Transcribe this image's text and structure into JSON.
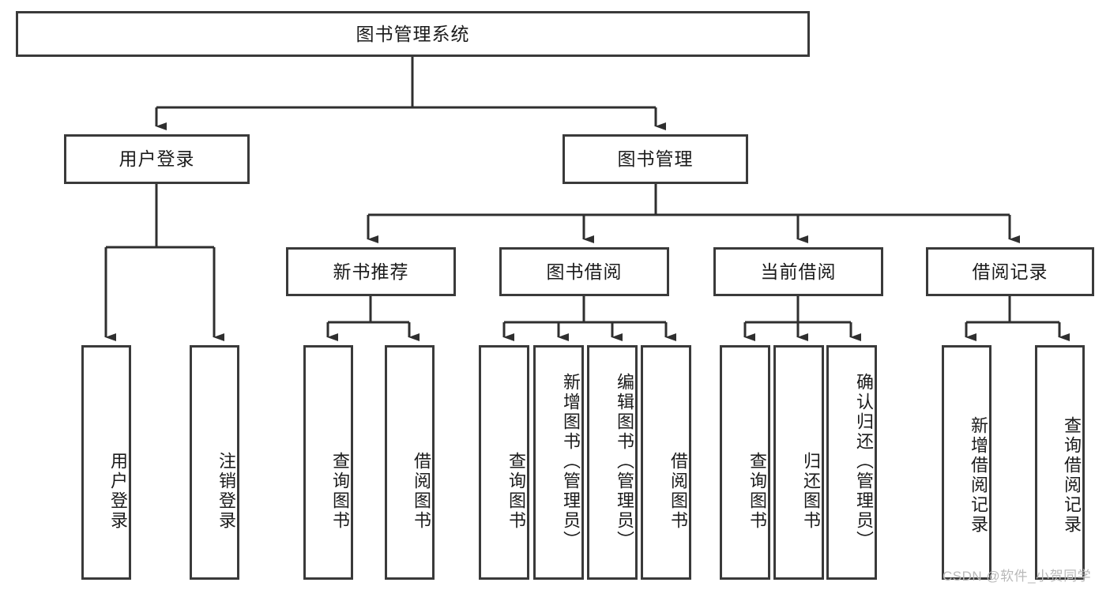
{
  "diagram": {
    "type": "tree-hierarchy-diagram",
    "title": "图书管理系统",
    "colors": {
      "box_border": "#3a3a3a",
      "box_fill": "#ffffff",
      "connector": "#2f2f2f",
      "text": "#1b1b1b",
      "watermark": "#b9b9b9",
      "background": "#ffffff"
    },
    "root": {
      "label": "图书管理系统"
    },
    "level2": [
      {
        "id": "user-login",
        "label": "用户登录"
      },
      {
        "id": "book-management",
        "label": "图书管理"
      }
    ],
    "level3": [
      {
        "id": "new-book-recommend",
        "label": "新书推荐"
      },
      {
        "id": "book-borrow",
        "label": "图书借阅"
      },
      {
        "id": "current-borrow",
        "label": "当前借阅"
      },
      {
        "id": "borrow-record",
        "label": "借阅记录"
      }
    ],
    "leaves": {
      "user_login": [
        {
          "id": "leaf-user-login",
          "label": "用户登录"
        },
        {
          "id": "leaf-logout-login",
          "label": "注销登录"
        }
      ],
      "new_book_recommend": [
        {
          "id": "leaf-query-books-1",
          "label": "查询图书"
        },
        {
          "id": "leaf-borrow-books-1",
          "label": "借阅图书"
        }
      ],
      "book_borrow": [
        {
          "id": "leaf-query-books-2",
          "label": "查询图书"
        },
        {
          "id": "leaf-add-book-admin",
          "label": "新增图书（管理员）"
        },
        {
          "id": "leaf-edit-book-admin",
          "label": "编辑图书（管理员）"
        },
        {
          "id": "leaf-borrow-books-2",
          "label": "借阅图书"
        }
      ],
      "current_borrow": [
        {
          "id": "leaf-query-books-3",
          "label": "查询图书"
        },
        {
          "id": "leaf-return-books",
          "label": "归还图书"
        },
        {
          "id": "leaf-confirm-return-admin",
          "label": "确认归还（管理员）"
        }
      ],
      "borrow_record": [
        {
          "id": "leaf-add-borrow-record",
          "label": "新增借阅记录"
        },
        {
          "id": "leaf-query-borrow-record",
          "label": "查询借阅记录"
        }
      ]
    },
    "watermark": "CSDN @软件_小贺同学"
  }
}
